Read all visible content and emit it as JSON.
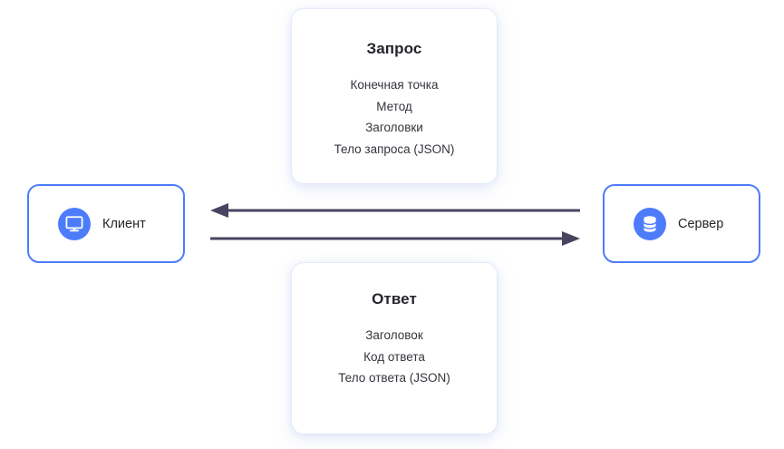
{
  "diagram": {
    "background_color": "#ffffff",
    "accent_color": "#4d7cfb",
    "arrow_color": "#4a4460",
    "request_card": {
      "title": "Запрос",
      "items": [
        "Конечная точка",
        "Метод",
        "Заголовки",
        "Тело запроса (JSON)"
      ]
    },
    "response_card": {
      "title": "Ответ",
      "items": [
        "Заголовок",
        "Код ответа",
        "Тело ответа (JSON)"
      ]
    },
    "nodes": [
      {
        "id": "client",
        "label": "Клиент",
        "icon": "monitor-icon"
      },
      {
        "id": "server",
        "label": "Сервер",
        "icon": "database-icon"
      }
    ],
    "arrows": [
      {
        "id": "response-arrow",
        "direction": "left",
        "from": "server",
        "to": "client"
      },
      {
        "id": "request-arrow",
        "direction": "right",
        "from": "client",
        "to": "server"
      }
    ]
  }
}
